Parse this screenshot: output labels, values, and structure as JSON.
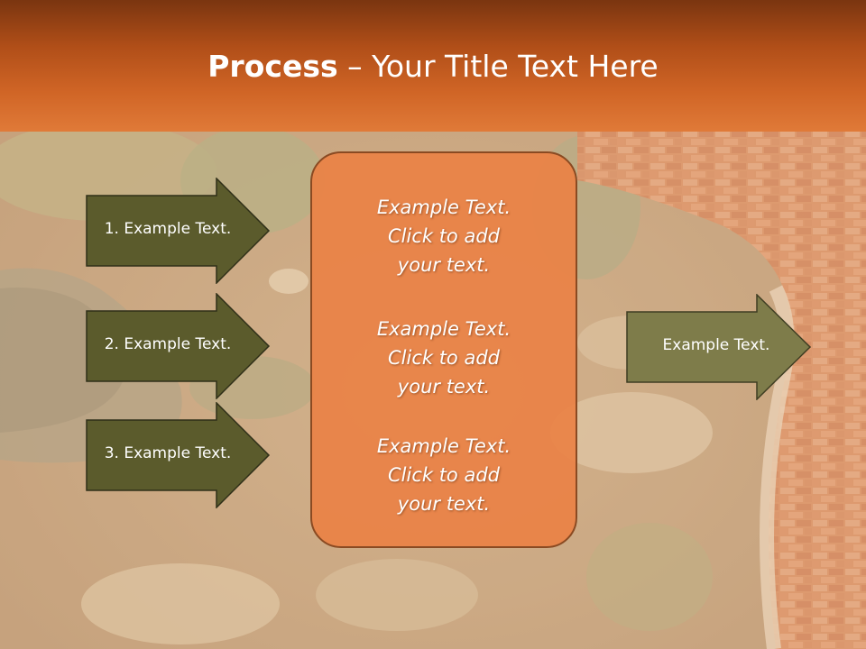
{
  "slide": {
    "title_bold": "Process",
    "title_dash": " – ",
    "title_rest": "Your Title Text Here"
  },
  "left_arrows": [
    {
      "label": "1. Example Text."
    },
    {
      "label": "2. Example Text."
    },
    {
      "label": "3. Example Text."
    }
  ],
  "center_box": {
    "paragraphs": [
      {
        "line1": "Example Text.",
        "line2": "Click  to add",
        "line3": "your text."
      },
      {
        "line1": "Example Text.",
        "line2": "Click  to add",
        "line3": "your text."
      },
      {
        "line1": "Example Text.",
        "line2": "Click  to add",
        "line3": "your text."
      }
    ]
  },
  "right_arrow": {
    "label": "Example Text."
  },
  "colors": {
    "header_orange": "#d06526",
    "left_arrow_fill": "#5b5b2c",
    "right_arrow_fill": "#7e7c4a",
    "center_box_fill": "#e98246",
    "center_box_border": "#8a4a22"
  }
}
